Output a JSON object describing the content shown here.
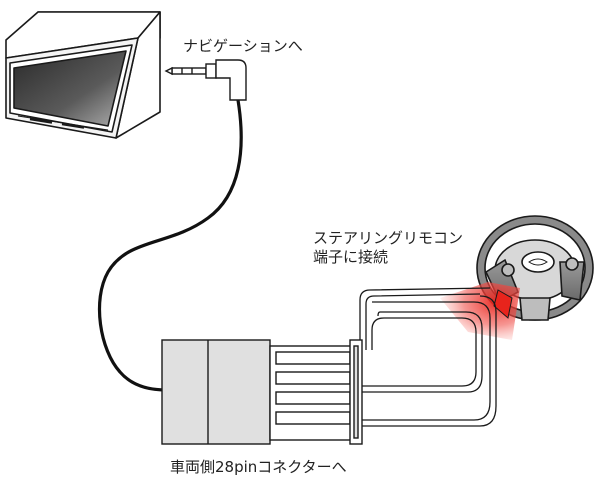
{
  "labels": {
    "navigation": "ナビゲーションへ",
    "steering_line1": "ステアリングリモコン",
    "steering_line2": "端子に接続",
    "connector": "車両側28pinコネクターへ"
  },
  "colors": {
    "outline": "#1a1a1a",
    "cable": "#111111",
    "screen_dark": "#3c3c3c",
    "screen_light": "#a8a8a8",
    "connector_fill": "#e0e0e0",
    "highlight_red": "#e8241c"
  },
  "icons": {
    "navigation_unit": "car-navigation-unit",
    "audio_plug": "3.5mm-audio-plug",
    "steering_wheel": "steering-wheel",
    "connector": "28pin-connector"
  }
}
